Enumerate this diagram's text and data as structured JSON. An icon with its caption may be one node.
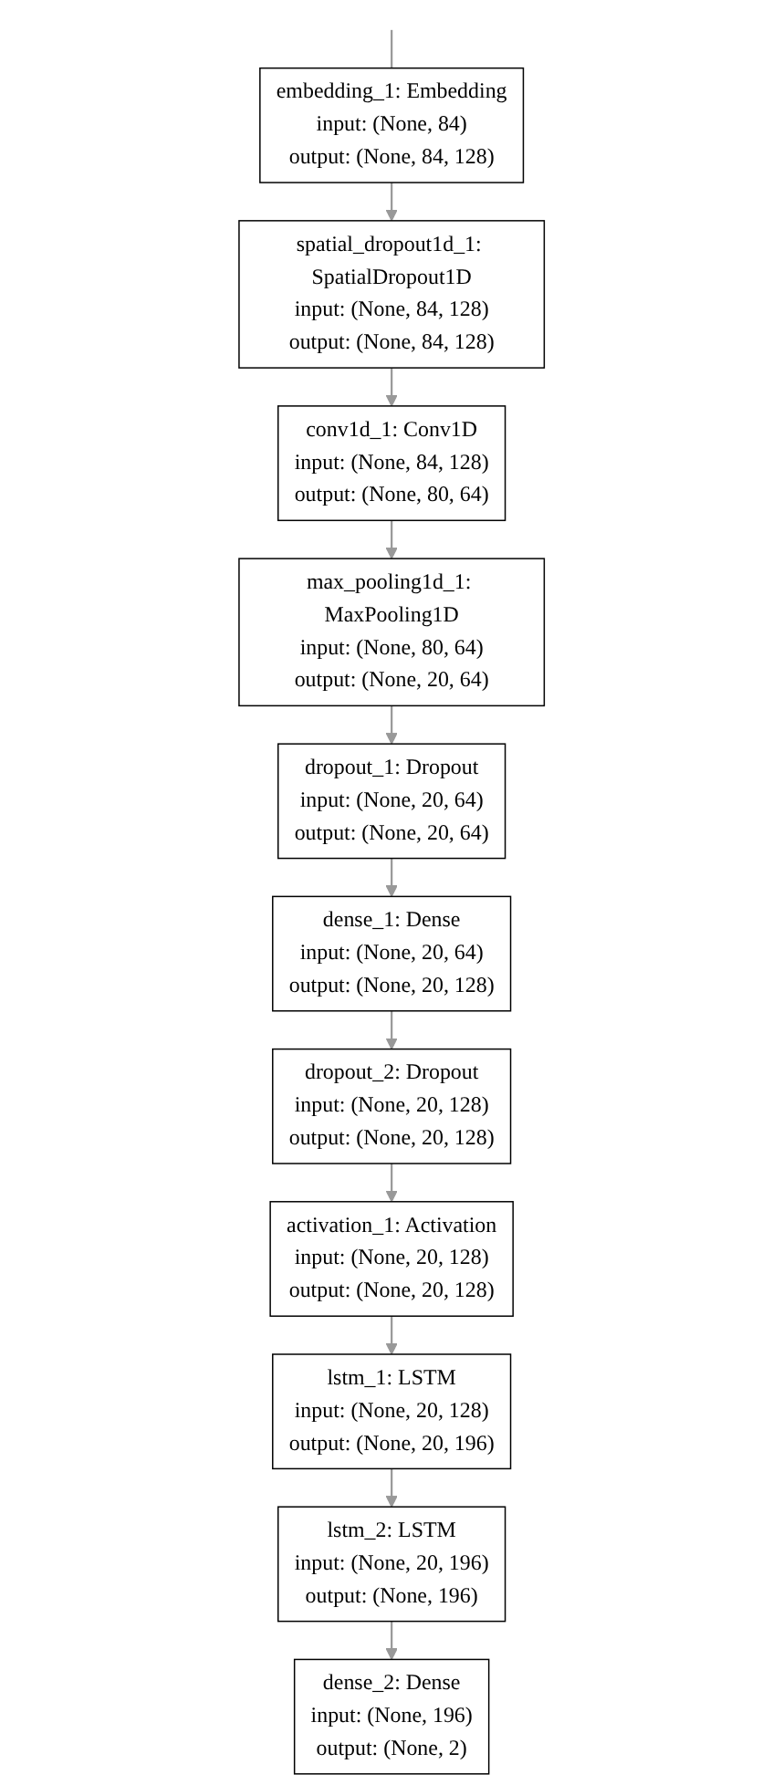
{
  "diagram": {
    "nodes": [
      {
        "text": [
          "embedding_1: Embedding",
          "input:",
          "(None, 84)",
          "output:",
          "(None, 84, 128)"
        ]
      },
      {
        "text": [
          "spatial_dropout1d_1: SpatialDropout1D",
          "input:",
          "(None, 84, 128)",
          "output:",
          "(None, 84, 128)"
        ]
      },
      {
        "text": [
          "conv1d_1: Conv1D",
          "input:",
          "(None, 84, 128)",
          "output:",
          "(None, 80, 64)"
        ]
      },
      {
        "text": [
          "max_pooling1d_1: MaxPooling1D",
          "input:",
          "(None, 80, 64)",
          "output:",
          "(None, 20, 64)"
        ]
      },
      {
        "text": [
          "dropout_1: Dropout",
          "input:",
          "(None, 20, 64)",
          "output:",
          "(None, 20, 64)"
        ]
      },
      {
        "text": [
          "dense_1: Dense",
          "input:",
          "(None, 20, 64)",
          "output:",
          "(None, 20, 128)"
        ]
      },
      {
        "text": [
          "dropout_2: Dropout",
          "input:",
          "(None, 20, 128)",
          "output:",
          "(None, 20, 128)"
        ]
      },
      {
        "text": [
          "activation_1: Activation",
          "input:",
          "(None, 20, 128)",
          "output:",
          "(None, 20, 128)"
        ]
      },
      {
        "text": [
          "lstm_1: LSTM",
          "input:",
          "(None, 20, 128)",
          "output:",
          "(None, 20, 196)"
        ]
      },
      {
        "text": [
          "lstm_2: LSTM",
          "input:",
          "(None, 20, 196)",
          "output:",
          "(None, 196)"
        ]
      },
      {
        "text": [
          "dense_2: Dense",
          "input:",
          "(None, 196)",
          "output:",
          "(None, 2)"
        ]
      }
    ],
    "edges": [
      {
        "from": null,
        "to": 0,
        "arrow": "none"
      },
      {
        "from": 0,
        "to": 1,
        "arrow": "to"
      },
      {
        "from": 1,
        "to": 2,
        "arrow": "to"
      },
      {
        "from": 2,
        "to": 3,
        "arrow": "to"
      },
      {
        "from": 3,
        "to": 4,
        "arrow": "to"
      },
      {
        "from": 4,
        "to": 5,
        "arrow": "to"
      },
      {
        "from": 5,
        "to": 6,
        "arrow": "to"
      },
      {
        "from": 6,
        "to": 7,
        "arrow": "to"
      },
      {
        "from": 7,
        "to": 8,
        "arrow": "to"
      },
      {
        "from": 8,
        "to": 9,
        "arrow": "to"
      },
      {
        "from": 9,
        "to": 10,
        "arrow": "to"
      }
    ]
  }
}
